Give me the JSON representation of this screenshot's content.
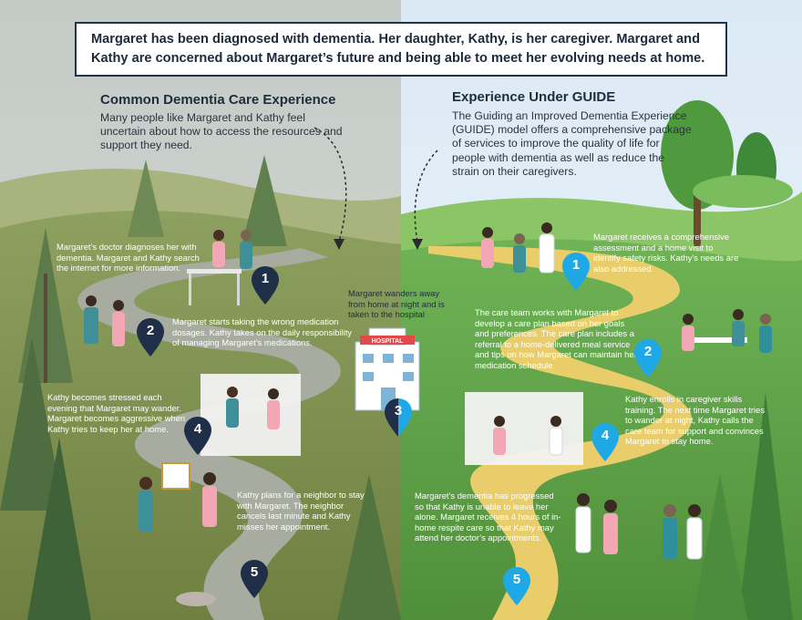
{
  "banner": {
    "text": "Margaret has been diagnosed with dementia. Her daughter, Kathy, is her caregiver.  Margaret and Kathy are concerned about Margaret’s future and being able to meet her evolving needs at home."
  },
  "left": {
    "heading": "Common Dementia Care Experience",
    "intro": "Many people like Margaret and Kathy feel uncertain about how to access the resources and support they need.",
    "steps": [
      {
        "number": "1",
        "text": "Margaret’s doctor diagnoses her with dementia.  Margaret and Kathy search the internet for more information."
      },
      {
        "number": "2",
        "text": "Margaret starts taking the wrong medication dosages. Kathy takes on the daily responsibility of managing Margaret’s medications."
      },
      {
        "number": "3",
        "text": "Margaret wanders away from home at night and is taken to the hospital"
      },
      {
        "number": "4",
        "text": "Kathy becomes stressed each evening that Margaret may wander. Margaret becomes aggressive when Kathy tries to keep her at home."
      },
      {
        "number": "5",
        "text": "Kathy plans for a neighbor to stay with Margaret. The neighbor cancels last minute and Kathy misses her appointment."
      }
    ]
  },
  "right": {
    "heading": "Experience Under GUIDE",
    "intro": "The Guiding an Improved Dementia Experience (GUIDE) model offers a comprehensive package of services to improve the quality of life for people with dementia as well as reduce the strain on their caregivers.",
    "steps": [
      {
        "number": "1",
        "text": "Margaret receives a comprehensive assessment and a home visit to identify safety risks.  Kathy’s needs are also addressed."
      },
      {
        "number": "2",
        "text": "The care team works with Margaret to develop a care plan based on her goals and preferences. The care plan includes a referral to a home-delivered meal service and tips on how Margaret can maintain her medication schedule."
      },
      {
        "number": "4",
        "text": "Kathy enrolls in caregiver skills training.  The next time Margaret tries to wander at night, Kathy calls the care team for support and convinces Margaret to stay home."
      },
      {
        "number": "5",
        "text": "Margaret’s dementia has progressed so that Kathy is unable to leave her alone. Margaret receives 4 hours of in-home respite care so that Kathy may attend her doctor’s appointments."
      }
    ]
  },
  "hospital_sign": "HOSPITAL",
  "colors": {
    "left_sky": "#cdd3cf",
    "right_sky": "#e4eff8",
    "left_hill": "#86995a",
    "right_hill": "#5ea34a",
    "path_gray": "#a9aca2",
    "path_yellow": "#e9cf6e",
    "pin_navy": "#1f2f48",
    "pin_blue": "#1ea8e6",
    "banner_border": "#1f3350"
  }
}
